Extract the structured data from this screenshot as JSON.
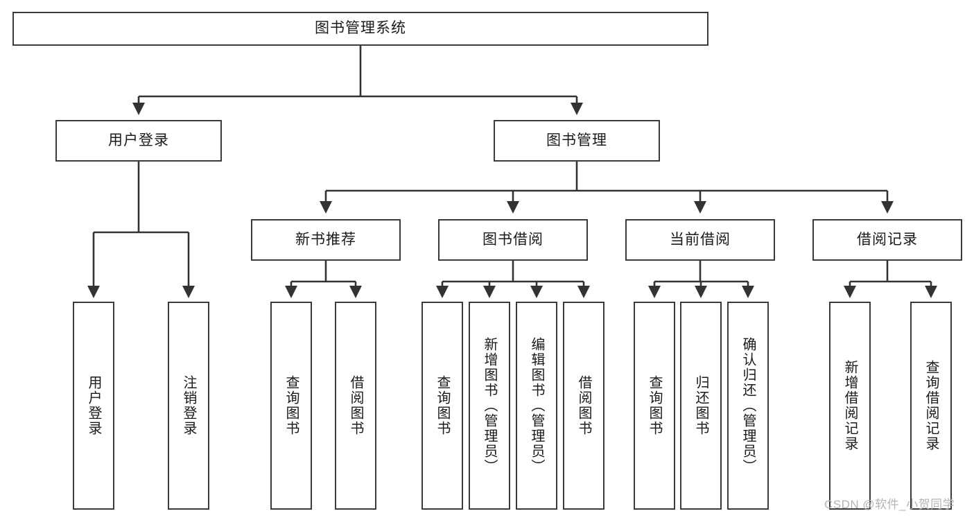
{
  "diagram": {
    "type": "hierarchy-tree",
    "title": "图书管理系统",
    "root": {
      "id": "root",
      "label": "图书管理系统"
    },
    "level2": [
      {
        "id": "user-login",
        "label": "用户登录"
      },
      {
        "id": "book-manage",
        "label": "图书管理"
      }
    ],
    "level3": [
      {
        "id": "new-book-rec",
        "label": "新书推荐"
      },
      {
        "id": "book-borrow",
        "label": "图书借阅"
      },
      {
        "id": "current-borrow",
        "label": "当前借阅"
      },
      {
        "id": "borrow-record",
        "label": "借阅记录"
      }
    ],
    "leaves": {
      "user_login": [
        {
          "id": "leaf-user-login",
          "label": "用户登录"
        },
        {
          "id": "leaf-user-logout",
          "label": "注销登录"
        }
      ],
      "new_book_rec": [
        {
          "id": "leaf-query-book-1",
          "label": "查询图书"
        },
        {
          "id": "leaf-borrow-book-1",
          "label": "借阅图书"
        }
      ],
      "book_borrow": [
        {
          "id": "leaf-query-book-2",
          "label": "查询图书"
        },
        {
          "id": "leaf-add-book",
          "label": "新增图书（管理员）"
        },
        {
          "id": "leaf-edit-book",
          "label": "编辑图书（管理员）"
        },
        {
          "id": "leaf-borrow-book-2",
          "label": "借阅图书"
        }
      ],
      "current_borrow": [
        {
          "id": "leaf-query-book-3",
          "label": "查询图书"
        },
        {
          "id": "leaf-return-book",
          "label": "归还图书"
        },
        {
          "id": "leaf-confirm-return",
          "label": "确认归还（管理员）"
        }
      ],
      "borrow_record": [
        {
          "id": "leaf-add-record",
          "label": "新增借阅记录"
        },
        {
          "id": "leaf-query-record",
          "label": "查询借阅记录"
        }
      ]
    },
    "colors": {
      "border": "#3a3a3a",
      "connector": "#333333",
      "background": "#ffffff",
      "text": "#1a1a1a",
      "watermark": "#b4b4b4"
    }
  },
  "watermark": {
    "text": "CSDN @软件_小贺同学"
  }
}
